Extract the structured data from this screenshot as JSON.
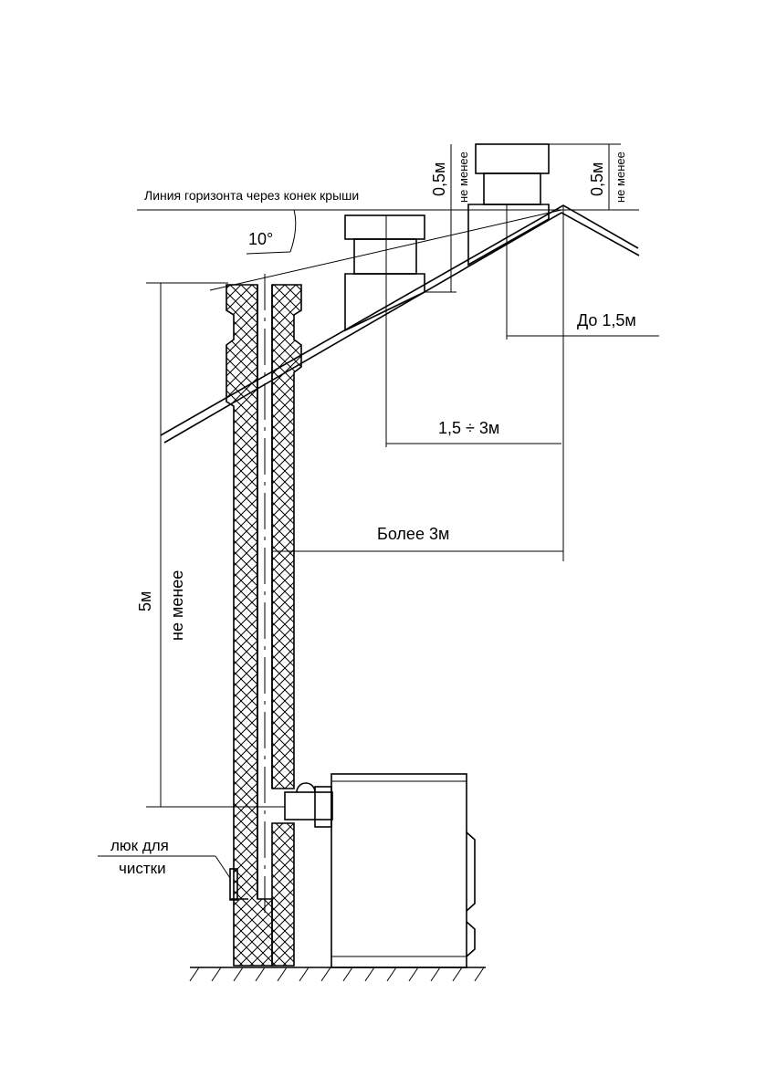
{
  "labels": {
    "horizon_line": "Линия горизонта через конек крыши",
    "angle": "10°",
    "height_top_left": "0,5м",
    "height_top_left_note": "не менее",
    "height_top_right": "0,5м",
    "height_top_right_note": "не менее",
    "dist_up_to": "До 1,5м",
    "dist_range": "1,5 ÷ 3м",
    "dist_more": "Более 3м",
    "height_main": "5м",
    "height_main_note": "не менее",
    "cleanout_line1": "люк для",
    "cleanout_line2": "чистки"
  },
  "colors": {
    "ink": "#000000",
    "paper": "#ffffff"
  }
}
